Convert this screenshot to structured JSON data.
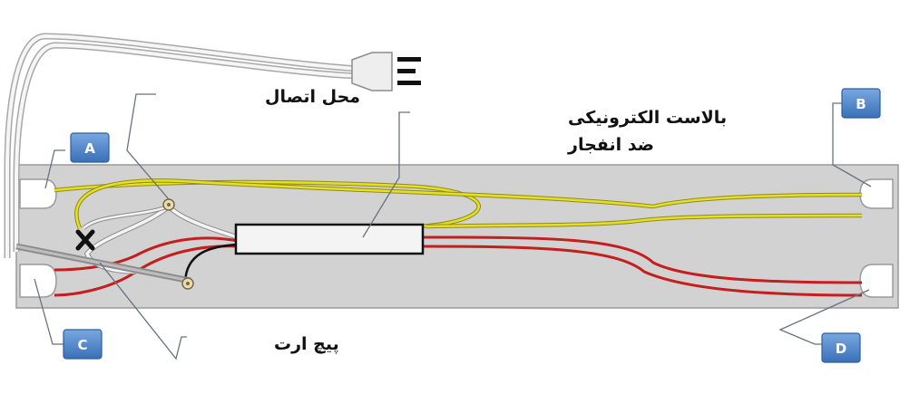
{
  "labels": {
    "junction": "محل اتصال",
    "ballast_line1": "بالاست الکترونیکی",
    "ballast_line2": "ضد انفجار",
    "ground_screw": "پیچ ارت"
  },
  "terminals": {
    "a": "A",
    "b": "B",
    "c": "C",
    "d": "D"
  },
  "colors": {
    "fixture": "#d2d2d2",
    "fixture_border": "#9a9a9a",
    "yellow_wire": "#e6e020",
    "red_wire": "#c41e1e",
    "white_wire": "#f4f4f4",
    "box_fill": "#4a84c8",
    "box_border": "#2c5f9e",
    "cross": "#111111"
  }
}
